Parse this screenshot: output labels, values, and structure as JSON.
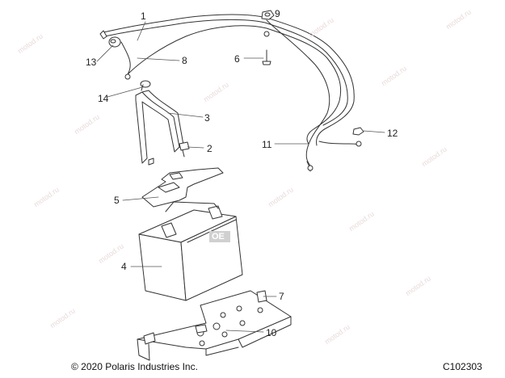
{
  "diagram": {
    "callouts": [
      {
        "id": "1",
        "text": "1"
      },
      {
        "id": "2",
        "text": "2"
      },
      {
        "id": "3",
        "text": "3"
      },
      {
        "id": "4",
        "text": "4"
      },
      {
        "id": "5",
        "text": "5"
      },
      {
        "id": "6",
        "text": "6"
      },
      {
        "id": "7",
        "text": "7"
      },
      {
        "id": "8",
        "text": "8"
      },
      {
        "id": "9",
        "text": "9"
      },
      {
        "id": "10",
        "text": "10"
      },
      {
        "id": "11",
        "text": "11"
      },
      {
        "id": "12",
        "text": "12"
      },
      {
        "id": "13",
        "text": "13"
      },
      {
        "id": "14",
        "text": "14"
      }
    ],
    "copyright": "© 2020 Polaris Industries Inc.",
    "diagram_code": "C102303",
    "watermark_text": "motod.ru",
    "badge_text": "OE"
  }
}
